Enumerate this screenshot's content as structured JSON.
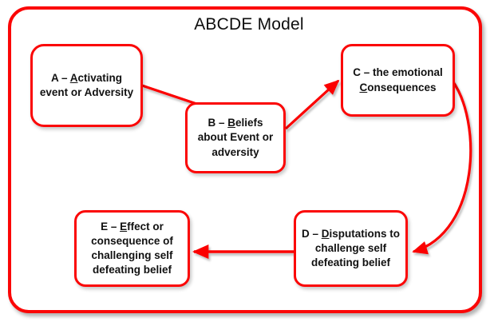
{
  "diagram": {
    "title": "ABCDE Model",
    "accent_color": "#FB0606",
    "text_color": "#111111",
    "background": "#FFFFFF",
    "nodes": [
      {
        "id": "A",
        "name": "activating-event",
        "lines": [
          "A – Activating",
          "event or",
          "Adversity"
        ],
        "prefix": "A – ",
        "underlined_letter": "A",
        "rest": "ctivating event or Adversity",
        "plain_text": "A – Activating event or Adversity"
      },
      {
        "id": "B",
        "name": "beliefs",
        "lines": [
          "B – Beliefs",
          "about Event or",
          "adversity"
        ],
        "prefix": "B – ",
        "underlined_letter": "B",
        "rest": "eliefs about Event or adversity",
        "plain_text": "B – Beliefs about Event or adversity"
      },
      {
        "id": "C",
        "name": "emotional-consequences",
        "lines": [
          "C – the",
          "emotional",
          "Consequences"
        ],
        "prefix": "C – the emotional ",
        "underlined_letter": "C",
        "rest": "onsequences",
        "plain_text": "C – the emotional Consequences"
      },
      {
        "id": "D",
        "name": "disputations",
        "lines": [
          "D –",
          "Disputations to",
          "challenge self",
          "defeating belief"
        ],
        "prefix": "D – ",
        "underlined_letter": "D",
        "rest": "isputations to challenge self defeating belief",
        "plain_text": "D – Disputations to challenge self defeating belief"
      },
      {
        "id": "E",
        "name": "effect",
        "lines": [
          "E – Effect or",
          "consequence of",
          "challenging self",
          "defeating belief"
        ],
        "prefix": "E – ",
        "underlined_letter": "E",
        "rest": "ffect or consequence of challenging self defeating belief",
        "plain_text": "E – Effect or consequence of challenging self defeating belief"
      }
    ],
    "connectors": [
      {
        "name": "arrow-a-to-b",
        "from": "A",
        "to": "B",
        "style": "straight-diagonal",
        "direction": "down-right"
      },
      {
        "name": "arrow-b-to-c",
        "from": "B",
        "to": "C",
        "style": "straight-diagonal",
        "direction": "up-right"
      },
      {
        "name": "arrow-c-to-d",
        "from": "C",
        "to": "D",
        "style": "curved-arc",
        "direction": "down-left"
      },
      {
        "name": "arrow-d-to-e",
        "from": "D",
        "to": "E",
        "style": "straight-horizontal",
        "direction": "left"
      }
    ]
  }
}
